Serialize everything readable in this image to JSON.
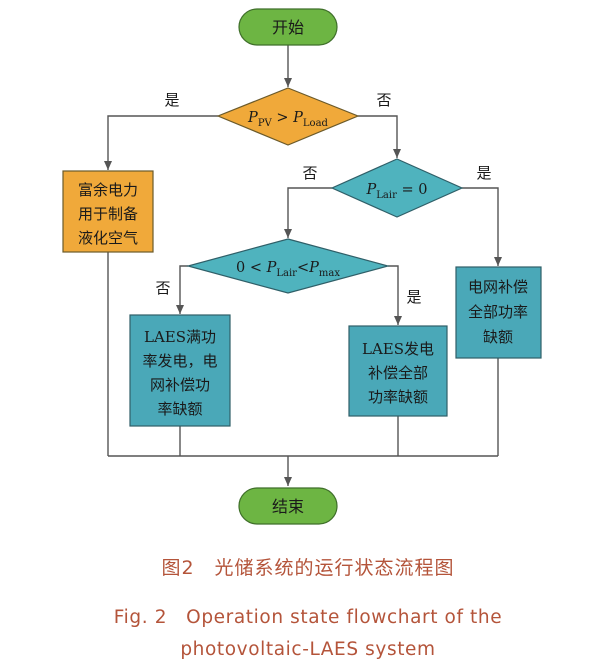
{
  "colors": {
    "terminal": "#6db543",
    "decision": "#4fb3be",
    "decision_orange": "#f0a93a",
    "process_blue": "#4aa8b8",
    "process_orange": "#f0a93a",
    "line": "#555555",
    "caption": "#b4543a"
  },
  "nodes": {
    "start": "开始",
    "end": "结束",
    "d1": {
      "P": "P",
      "pv_sub": "PV",
      "gt": " > ",
      "P2": "P",
      "load_sub": "Load"
    },
    "d2": {
      "P": "P",
      "sub": "Lair",
      "rest": " = 0"
    },
    "d3": {
      "zero_lt": "0 < ",
      "P": "P",
      "sub": "Lair",
      "lt": "<",
      "P2": "P",
      "max_sub": "max"
    },
    "surplus": [
      "富余电力",
      "用于制备",
      "液化空气"
    ],
    "grid_full": [
      "电网补偿",
      "全部功率",
      "缺额"
    ],
    "laes_full": [
      "LAES满功",
      "率发电，电",
      "网补偿功",
      "率缺额"
    ],
    "laes_gen": [
      "LAES发电",
      "补偿全部",
      "功率缺额"
    ]
  },
  "edges": {
    "d1_yes": "是",
    "d1_no": "否",
    "d2_no": "否",
    "d2_yes": "是",
    "d3_no": "否",
    "d3_yes": "是"
  },
  "caption": {
    "cn": "图2　光储系统的运行状态流程图",
    "en_line1": "Fig. 2　Operation state flowchart of the",
    "en_line2": "photovoltaic-LAES system"
  }
}
